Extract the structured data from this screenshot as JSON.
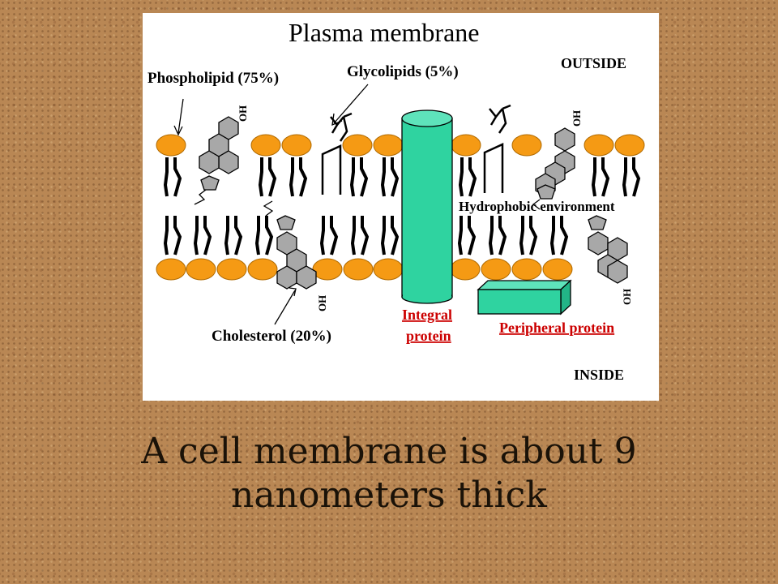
{
  "diagram": {
    "title": "Plasma membrane",
    "labels": {
      "phospholipid": "Phospholipid (75%)",
      "glycolipids": "Glycolipids (5%)",
      "outside": "OUTSIDE",
      "inside": "INSIDE",
      "hydrophobic": "Hydrophobic environment",
      "cholesterol": "Cholesterol (20%)",
      "integral_line1": "Integral",
      "integral_line2": "protein",
      "peripheral": "Peripheral protein",
      "oh": "OH"
    },
    "colors": {
      "lipid_head": "#f59a14",
      "protein": "#2fd3a0",
      "cholesterol_ring": "#a8a8a8",
      "label_red": "#cc0000"
    }
  },
  "caption": {
    "line1": "A cell membrane is about 9",
    "line2": "nanometers thick"
  }
}
